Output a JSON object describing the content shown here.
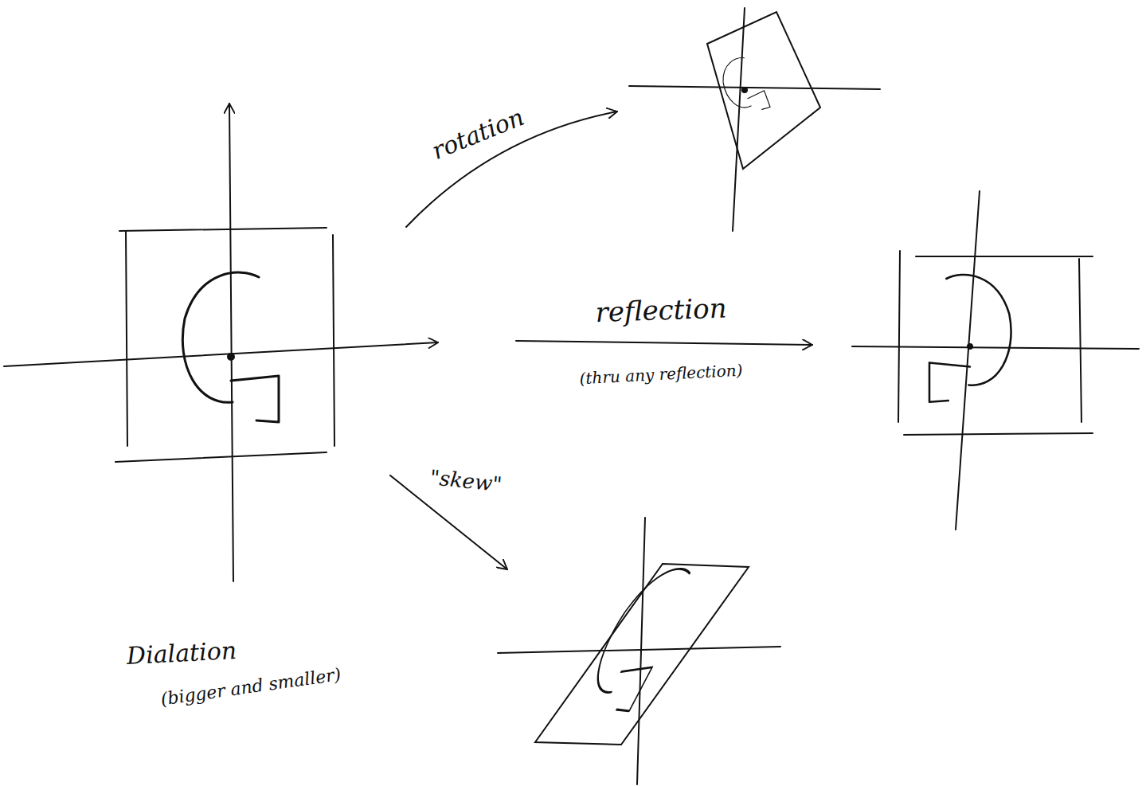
{
  "diagram": {
    "labels": [
      "rotation",
      "reflection",
      "(thru any reflection)",
      "\"skew\"",
      "Dialation",
      "(bigger and smaller)"
    ]
  }
}
